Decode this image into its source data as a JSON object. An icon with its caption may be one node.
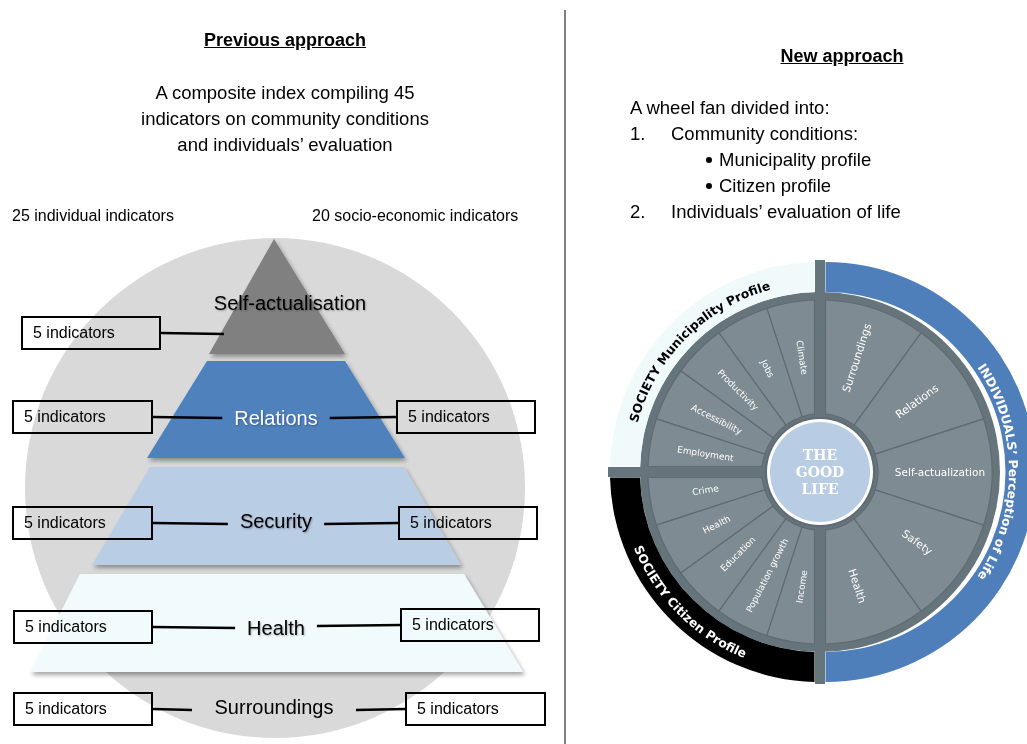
{
  "diagram": {
    "nodes": [
      {
        "text": [
          "Self-actualisation"
        ]
      },
      {
        "text": [
          "5 indicators"
        ]
      },
      {
        "text": [
          "Relations"
        ]
      },
      {
        "text": [
          "5 indicators"
        ]
      },
      {
        "text": [
          "5 indicators"
        ]
      },
      {
        "text": [
          "Security"
        ]
      },
      {
        "text": [
          "5 indicators"
        ]
      },
      {
        "text": [
          "5 indicators"
        ]
      },
      {
        "text": [
          "Health"
        ]
      },
      {
        "text": [
          "5 indicators"
        ]
      },
      {
        "text": [
          "5 indicators"
        ]
      },
      {
        "text": [
          "Surroundings"
        ]
      },
      {
        "text": [
          "5 indicators"
        ]
      },
      {
        "text": [
          "5 indicators"
        ]
      },
      {
        "text": [
          "SOCIETY Municipality Profile",
          "Climate",
          "Jobs",
          "Productivity",
          "Accessibility",
          "Employment"
        ]
      },
      {
        "text": [
          "INDIVIDUALS’ Perception of Life",
          "Surroundings",
          "Relations",
          "Self-actualization",
          "Safety",
          "Health"
        ]
      },
      {
        "text": [
          "SOCIETY Citizen Profile",
          "Crime",
          "Health",
          "Education",
          "Population growth",
          "Income"
        ]
      },
      {
        "text": [
          "THE GOOD LIFE"
        ]
      }
    ],
    "edges": [
      {
        "from": 1,
        "to": 0,
        "arrow": "none"
      },
      {
        "from": 3,
        "to": 2,
        "arrow": "none"
      },
      {
        "from": 4,
        "to": 2,
        "arrow": "none"
      },
      {
        "from": 6,
        "to": 5,
        "arrow": "none"
      },
      {
        "from": 7,
        "to": 5,
        "arrow": "none"
      },
      {
        "from": 9,
        "to": 8,
        "arrow": "none"
      },
      {
        "from": 10,
        "to": 8,
        "arrow": "none"
      },
      {
        "from": 12,
        "to": 11,
        "arrow": "none"
      },
      {
        "from": 13,
        "to": 11,
        "arrow": "none"
      }
    ],
    "labels": [
      "Previous approach",
      "A composite index compiling 45 indicators on community conditions and individuals’ evaluation",
      "25 individual indicators",
      "20 socio-economic indicators",
      "New approach",
      "A wheel fan divided into:",
      "1.",
      "Community conditions:",
      "Municipality profile",
      "Citizen profile",
      "2.",
      "Individuals’ evaluation of life"
    ]
  }
}
